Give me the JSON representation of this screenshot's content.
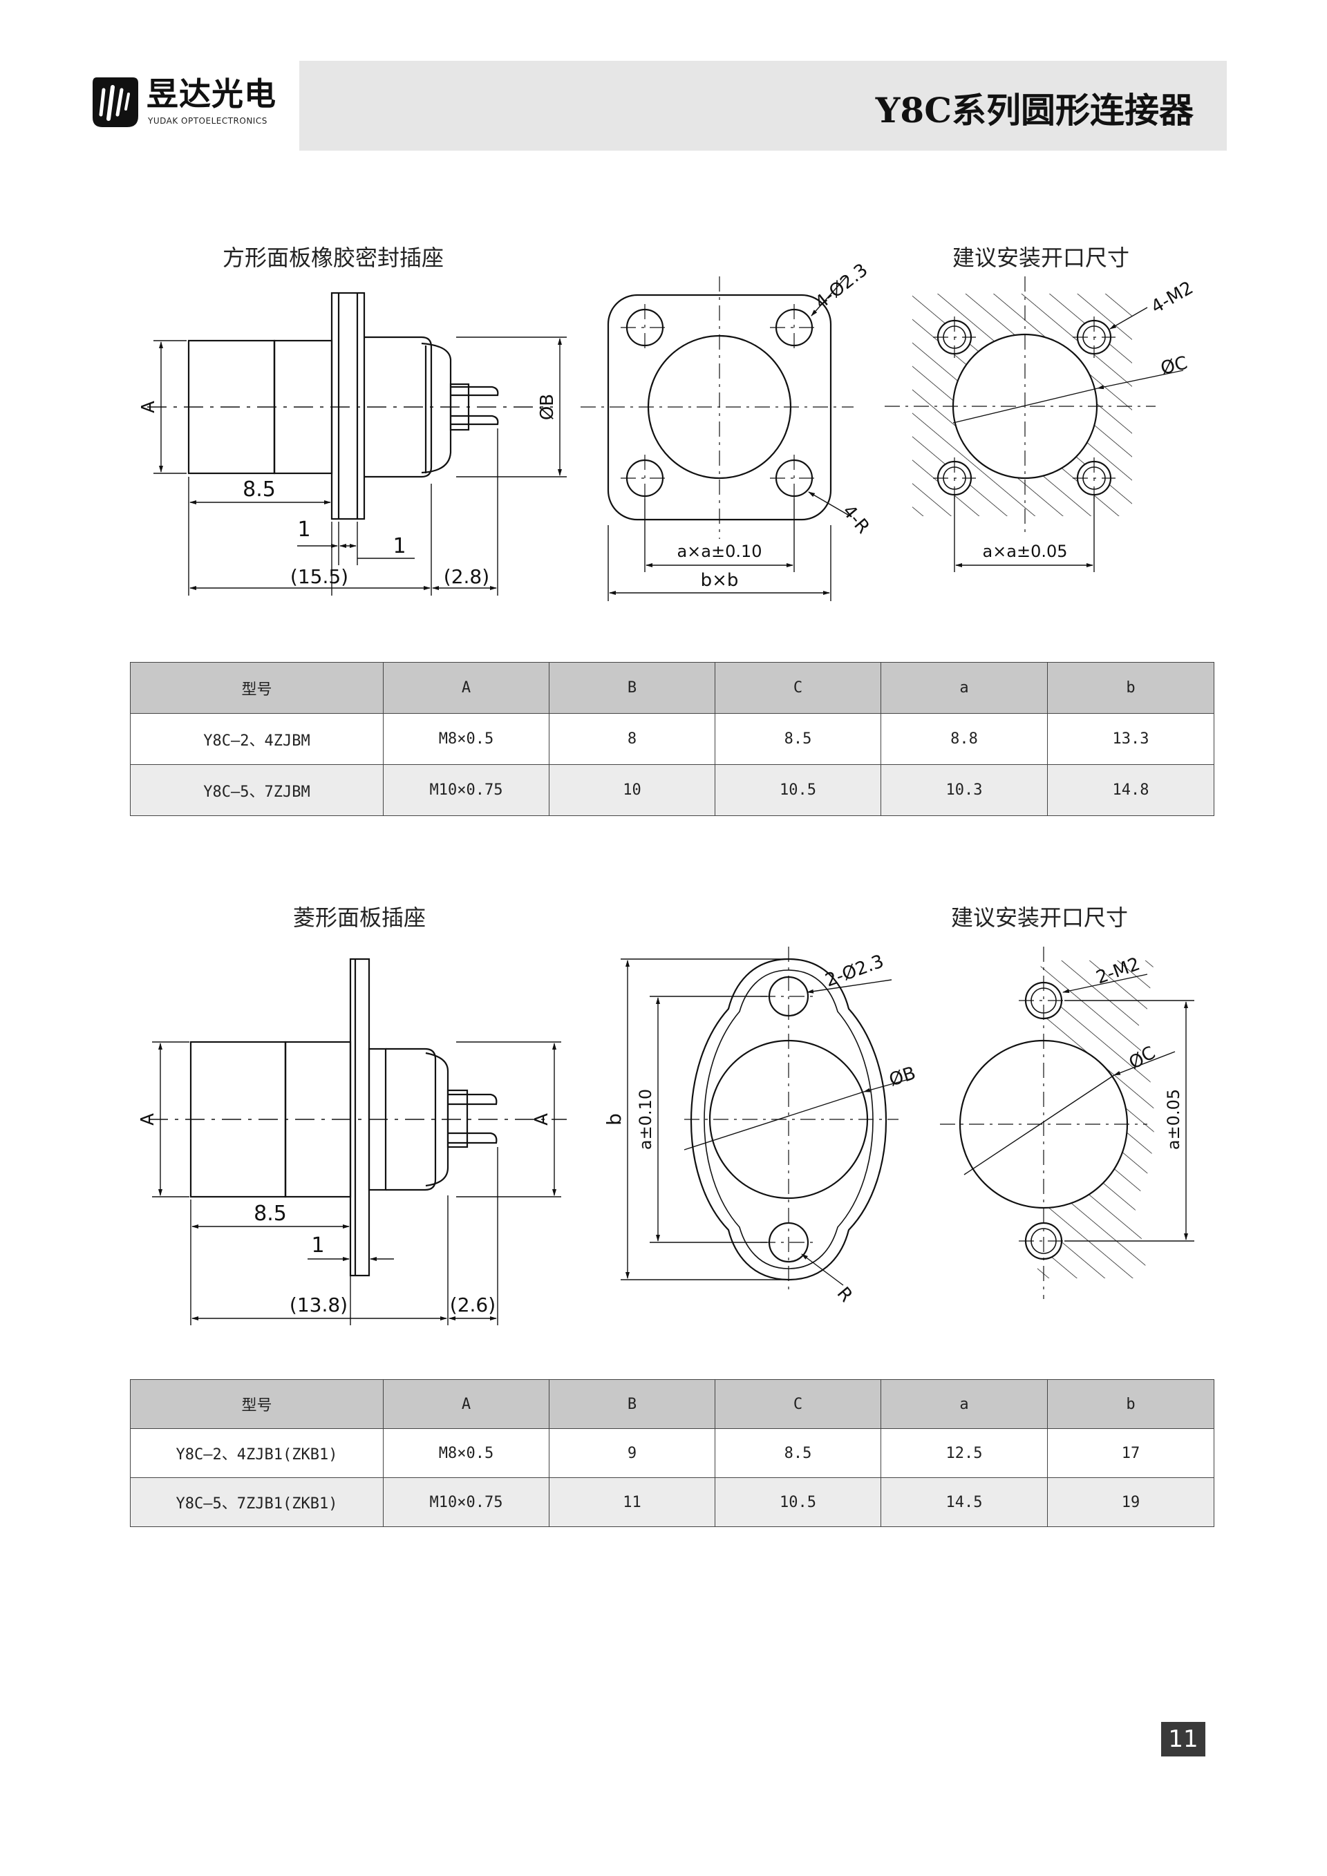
{
  "header": {
    "logo_name": "昱达光电",
    "logo_subtitle": "YUDAK OPTOELECTRONICS",
    "title": "Y8C系列圆形连接器"
  },
  "section1": {
    "caption_left": "方形面板橡胶密封插座",
    "caption_right": "建议安装开口尺寸",
    "labels": {
      "A": "A",
      "phiB": "ØB",
      "d85": "8.5",
      "d1a": "1",
      "d1b": "1",
      "d155": "(15.5)",
      "d28": "(2.8)",
      "holes": "4-Ø2.3",
      "radius": "4-R",
      "axa": "a×a±0.10",
      "bxb": "b×b",
      "m2": "4-M2",
      "phiC": "ØC",
      "axa2": "a×a±0.05"
    },
    "table": {
      "headers": [
        "型号",
        "A",
        "B",
        "C",
        "a",
        "b"
      ],
      "rows": [
        [
          "Y8C—2、4ZJBM",
          "M8×0.5",
          "8",
          "8.5",
          "8.8",
          "13.3"
        ],
        [
          "Y8C—5、7ZJBM",
          "M10×0.75",
          "10",
          "10.5",
          "10.3",
          "14.8"
        ]
      ]
    }
  },
  "section2": {
    "caption_left": "菱形面板插座",
    "caption_right": "建议安装开口尺寸",
    "labels": {
      "A": "A",
      "A2": "A",
      "d85": "8.5",
      "d1": "1",
      "d138": "(13.8)",
      "d26": "(2.6)",
      "b": "b",
      "a010": "a±0.10",
      "holes": "2-Ø2.3",
      "phiB": "ØB",
      "R": "R",
      "m2": "2-M2",
      "phiC": "ØC",
      "a005": "a±0.05"
    },
    "table": {
      "headers": [
        "型号",
        "A",
        "B",
        "C",
        "a",
        "b"
      ],
      "rows": [
        [
          "Y8C—2、4ZJB1(ZKB1)",
          "M8×0.5",
          "9",
          "8.5",
          "12.5",
          "17"
        ],
        [
          "Y8C—5、7ZJB1(ZKB1)",
          "M10×0.75",
          "11",
          "10.5",
          "14.5",
          "19"
        ]
      ]
    }
  },
  "page_number": "11"
}
